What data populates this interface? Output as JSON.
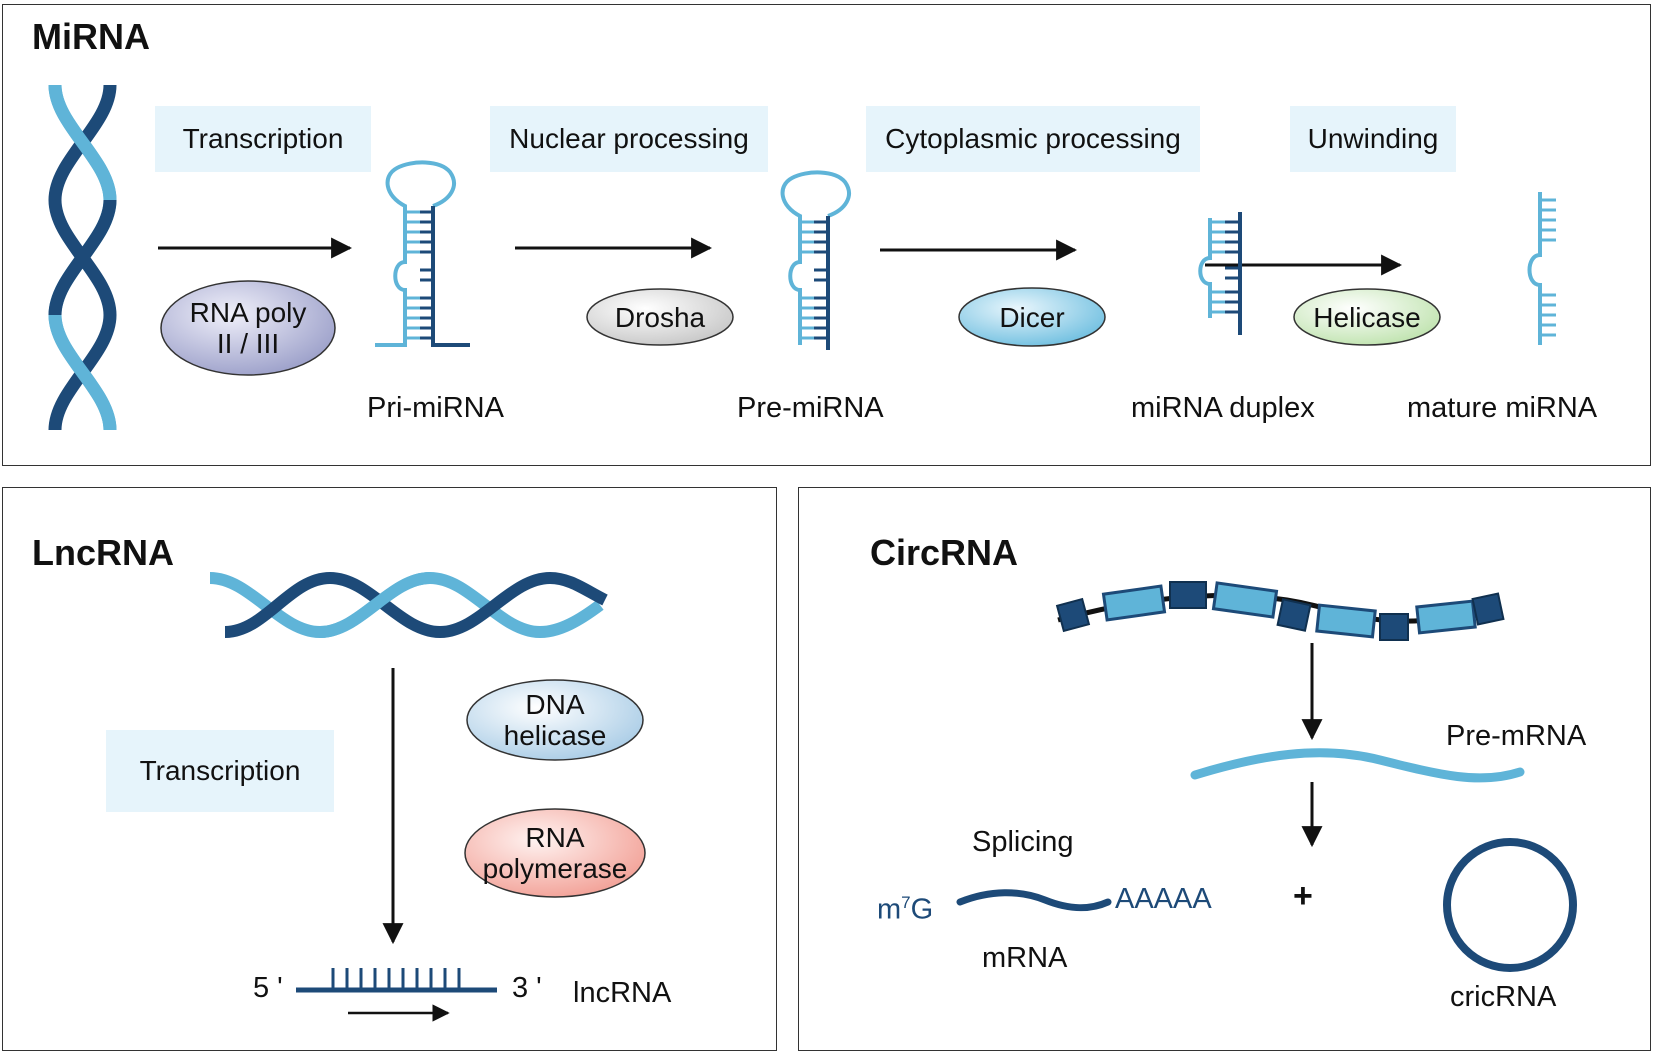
{
  "mirna": {
    "title": "MiRNA",
    "steps": [
      "Transcription",
      "Nuclear processing",
      "Cytoplasmic processing",
      "Unwinding"
    ],
    "enzymes": {
      "rna_poly_line1": "RNA poly",
      "rna_poly_line2": "II / III",
      "drosha": "Drosha",
      "dicer": "Dicer",
      "helicase": "Helicase"
    },
    "products": [
      "Pri-miRNA",
      "Pre-miRNA",
      "miRNA duplex",
      "mature miRNA"
    ]
  },
  "lncrna": {
    "title": "LncRNA",
    "step": "Transcription",
    "enzymes": {
      "dna_helicase_line1": "DNA",
      "dna_helicase_line2": "helicase",
      "rna_polymerase_line1": "RNA",
      "rna_polymerase_line2": "polymerase"
    },
    "five_prime": "5 '",
    "three_prime": "3 '",
    "product": "lncRNA"
  },
  "circrna": {
    "title": "CircRNA",
    "pre_mrna": "Pre-mRNA",
    "splicing": "Splicing",
    "cap_m": "m",
    "cap_sup": "7",
    "cap_g": "G",
    "polya": "AAAAA",
    "mrna": "mRNA",
    "plus": "+",
    "circ_product": "cricRNA"
  },
  "colors": {
    "dark_blue": "#1d4a78",
    "light_blue": "#5fb4d8",
    "step_bg": "#e6f4fb"
  }
}
